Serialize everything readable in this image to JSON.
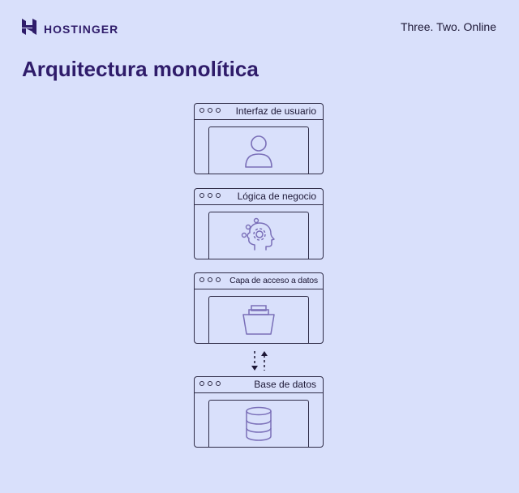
{
  "header": {
    "brand": "HOSTINGER",
    "tagline": "Three. Two. Online"
  },
  "title": "Arquitectura monolítica",
  "layers": [
    {
      "label": "Interfaz de usuario",
      "icon": "user-icon"
    },
    {
      "label": "Lógica de negocio",
      "icon": "brain-gear-icon"
    },
    {
      "label": "Capa de acceso a datos",
      "icon": "folder-icon"
    },
    {
      "label": "Base de datos",
      "icon": "database-icon"
    }
  ],
  "colors": {
    "background": "#d9e0fb",
    "brand": "#2f1c6a",
    "stroke": "#2f2c47",
    "icon": "#7a6fb8"
  }
}
